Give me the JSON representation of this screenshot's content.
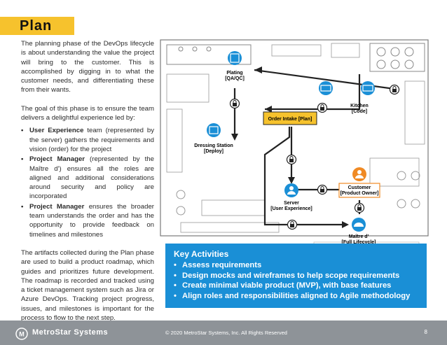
{
  "page": {
    "title": "Plan",
    "intro": "The planning phase of the DevOps lifecycle is about understanding the value the project will bring to the customer. This is accomplished by digging in to what the customer needs, and differentiating these from their wants.",
    "goal": "The goal of this phase is to ensure the team delivers a delightful experience led by:",
    "bullets": [
      {
        "lead": "User Experience",
        "rest": " team (represented by the server) gathers the requirements and vision (order) for the project"
      },
      {
        "lead": "Project Manager",
        "rest": " (represented by the Maître d') ensures all the roles are aligned and additional considerations around security and policy are incorporated"
      },
      {
        "lead": "Project Manager",
        "rest": " ensures the broader team understands the order and has the opportunity to provide feedback on timelines and milestones"
      }
    ],
    "artifacts": "The artifacts collected during the Plan phase are used to build a product roadmap, which guides and prioritizes future development. The roadmap is recorded and tracked using a ticket management system such as Jira or Azure DevOps. Tracking project progress, issues, and milestones is important for the process to flow to the next step."
  },
  "diagram": {
    "plating": [
      "Plating",
      "[QA/QC]"
    ],
    "kitchen": [
      "Kitchen",
      "[Code]"
    ],
    "order_intake": "Order Intake [Plan]",
    "dressing": [
      "Dressing Station",
      "[Deploy]"
    ],
    "customer": [
      "Customer",
      "[Product Owner]"
    ],
    "server": [
      "Server",
      "[User Experience]"
    ],
    "maitre": [
      "Maître d'",
      "[Full Lifecycle]"
    ],
    "colors": {
      "accent": "#1a8fd6",
      "highlight": "#f6c22d",
      "customer": "#f08a24",
      "line": "#222222"
    }
  },
  "activities": {
    "heading": "Key Activities",
    "items": [
      "Assess requirements",
      "Design mocks and wireframes to help scope requirements",
      "Create minimal viable product (MVP), with base features",
      "Align roles and responsibilities aligned to Agile methodology"
    ]
  },
  "footer": {
    "brand": "MetroStar Systems",
    "copyright": "© 2020 MetroStar Systems, Inc. All Rights Reserved",
    "page_number": "8"
  }
}
